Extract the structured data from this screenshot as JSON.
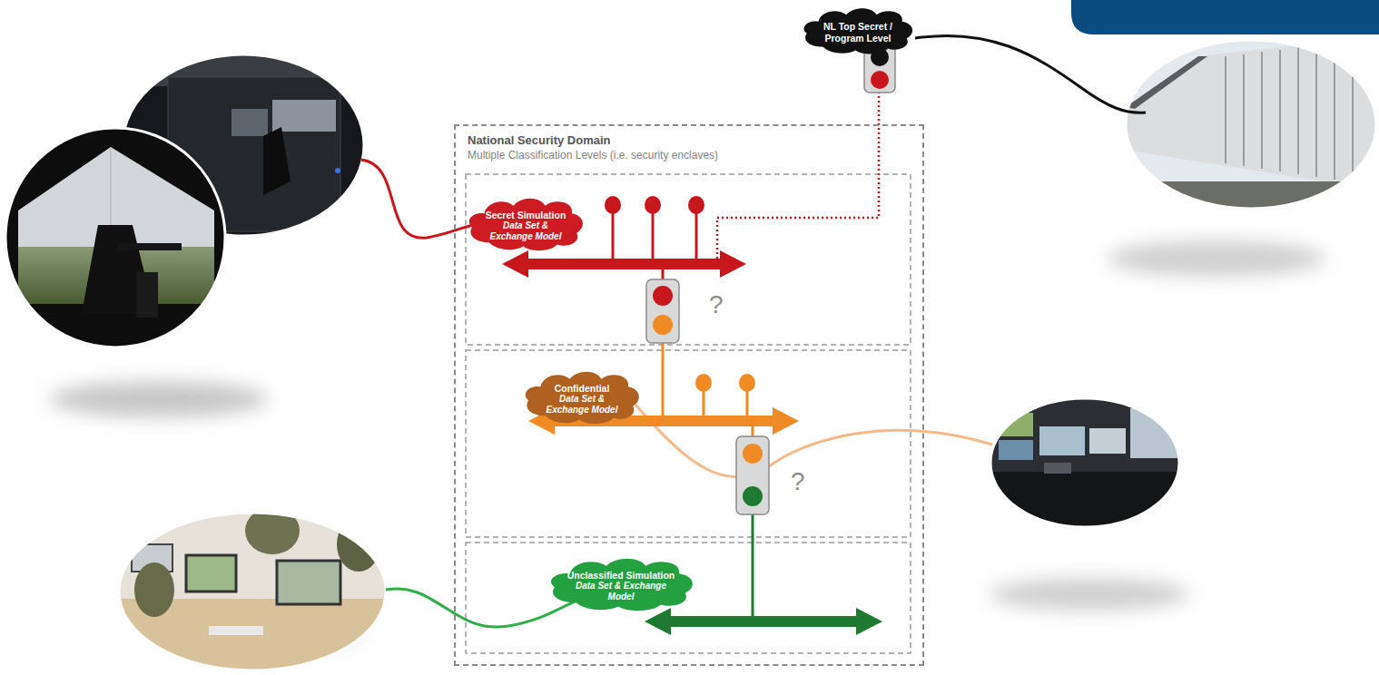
{
  "diagram": {
    "nodes": [
      {
        "text": [
          "NL Top Secret / Program Level"
        ]
      },
      {
        "text": [
          "National Security Domain",
          "Multiple Classification Levels (i.e. security enclaves)"
        ]
      },
      {
        "text": [
          "Secret Simulation",
          "Data Set & Exchange Model"
        ],
        "in": 1
      },
      {
        "text": [
          "Confidential",
          "Data Set & Exchange Model"
        ],
        "in": 1
      },
      {
        "text": [
          "Unclassified Simulation",
          "Data Set & Exchange Model"
        ],
        "in": 1
      }
    ],
    "labels": [
      "?",
      "?"
    ]
  }
}
